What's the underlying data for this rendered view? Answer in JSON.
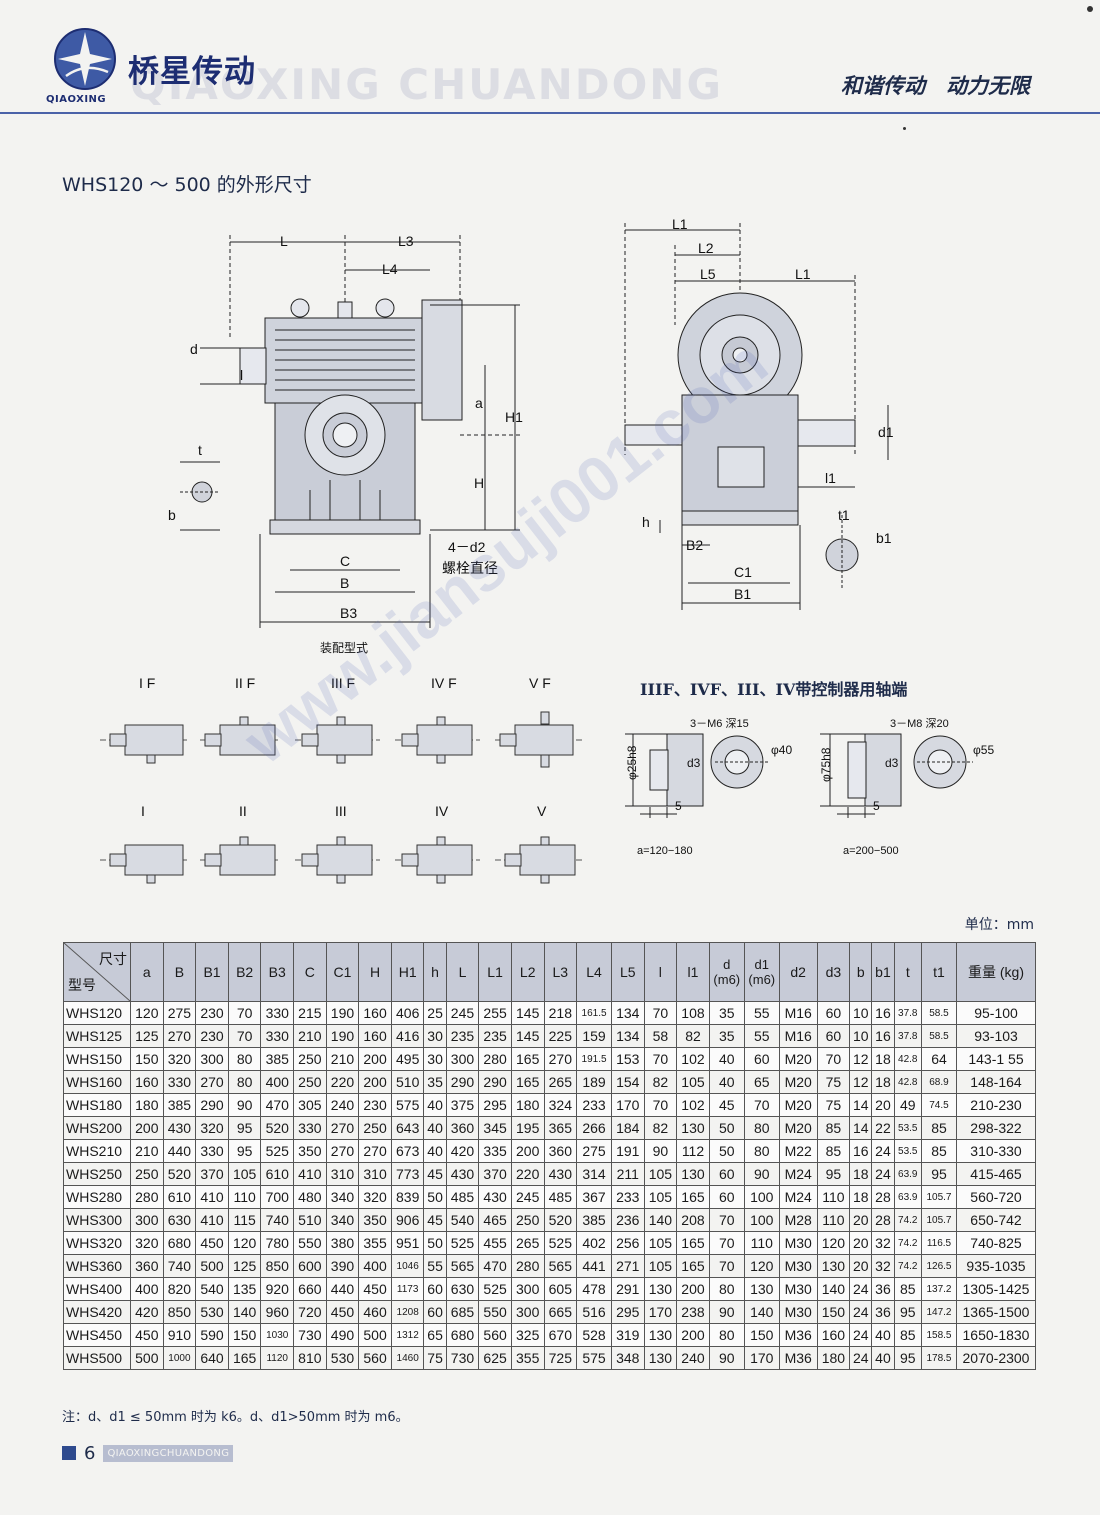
{
  "header": {
    "brand_cn": "桥星传动",
    "brand_en_small": "QIAOXING",
    "brand_watermark": "QIAOXING CHUANDONG",
    "slogan": "和谐传动　动力无限"
  },
  "section_title": "WHS120 ～ 500 的外形尺寸",
  "drawings": {
    "front_view": {
      "dims_top": [
        "L",
        "L3",
        "L4"
      ],
      "dims_right": [
        "a",
        "H1",
        "H"
      ],
      "dims_left": [
        "d",
        "l",
        "t",
        "b"
      ],
      "dims_bottom": [
        "C",
        "B",
        "B3"
      ],
      "bolt_label": "4－d2",
      "bolt_label2": "螺栓直径",
      "caption": "装配型式"
    },
    "side_view": {
      "dims_top": [
        "L1",
        "L2",
        "L5",
        "L1"
      ],
      "dims_right": [
        "d1",
        "l1",
        "t1",
        "b1"
      ],
      "dims_bottom": [
        "h",
        "B2",
        "C1",
        "B1"
      ]
    },
    "assembly_top": [
      "I F",
      "II F",
      "III F",
      "IV F",
      "V F"
    ],
    "assembly_bottom": [
      "I",
      "II",
      "III",
      "IV",
      "V"
    ],
    "controller_title": "IIIF、IVF、III、IV带控制器用轴端",
    "controller_small": {
      "holes": "3－M6 深15",
      "phi_left": "φ25h8",
      "d3": "d3",
      "dim5": "5",
      "phi_right": "φ40",
      "range": "a=120−180"
    },
    "controller_large": {
      "holes": "3－M8 深20",
      "phi_left": "φ75h8",
      "d3": "d3",
      "dim5": "5",
      "phi_right": "φ55",
      "range": "a=200−500"
    }
  },
  "watermark_url": "www.jiansuji001.com",
  "unit": "单位：mm",
  "table": {
    "corner_top": "尺寸",
    "corner_bottom": "型号",
    "columns": [
      "a",
      "B",
      "B1",
      "B2",
      "B3",
      "C",
      "C1",
      "H",
      "H1",
      "h",
      "L",
      "L1",
      "L2",
      "L3",
      "L4",
      "L5",
      "l",
      "l1",
      "d (m6)",
      "d1 (m6)",
      "d2",
      "d3",
      "b",
      "b1",
      "t",
      "t1",
      "重量 (kg)"
    ],
    "rows": [
      [
        "WHS120",
        "120",
        "275",
        "230",
        "70",
        "330",
        "215",
        "190",
        "160",
        "406",
        "25",
        "245",
        "255",
        "145",
        "218",
        "161.5",
        "134",
        "70",
        "108",
        "35",
        "55",
        "M16",
        "60",
        "10",
        "16",
        "37.8",
        "58.5",
        "95-100"
      ],
      [
        "WHS125",
        "125",
        "270",
        "230",
        "70",
        "330",
        "210",
        "190",
        "160",
        "416",
        "30",
        "235",
        "235",
        "145",
        "225",
        "159",
        "134",
        "58",
        "82",
        "35",
        "55",
        "M16",
        "60",
        "10",
        "16",
        "37.8",
        "58.5",
        "93-103"
      ],
      [
        "WHS150",
        "150",
        "320",
        "300",
        "80",
        "385",
        "250",
        "210",
        "200",
        "495",
        "30",
        "300",
        "280",
        "165",
        "270",
        "191.5",
        "153",
        "70",
        "102",
        "40",
        "60",
        "M20",
        "70",
        "12",
        "18",
        "42.8",
        "64",
        "143-1 55"
      ],
      [
        "WHS160",
        "160",
        "330",
        "270",
        "80",
        "400",
        "250",
        "220",
        "200",
        "510",
        "35",
        "290",
        "290",
        "165",
        "265",
        "189",
        "154",
        "82",
        "105",
        "40",
        "65",
        "M20",
        "75",
        "12",
        "18",
        "42.8",
        "68.9",
        "148-164"
      ],
      [
        "WHS180",
        "180",
        "385",
        "290",
        "90",
        "470",
        "305",
        "240",
        "230",
        "575",
        "40",
        "375",
        "295",
        "180",
        "324",
        "233",
        "170",
        "70",
        "102",
        "45",
        "70",
        "M20",
        "75",
        "14",
        "20",
        "49",
        "74.5",
        "210-230"
      ],
      [
        "WHS200",
        "200",
        "430",
        "320",
        "95",
        "520",
        "330",
        "270",
        "250",
        "643",
        "40",
        "360",
        "345",
        "195",
        "365",
        "266",
        "184",
        "82",
        "130",
        "50",
        "80",
        "M20",
        "85",
        "14",
        "22",
        "53.5",
        "85",
        "298-322"
      ],
      [
        "WHS210",
        "210",
        "440",
        "330",
        "95",
        "525",
        "350",
        "270",
        "270",
        "673",
        "40",
        "420",
        "335",
        "200",
        "360",
        "275",
        "191",
        "90",
        "112",
        "50",
        "80",
        "M22",
        "85",
        "16",
        "24",
        "53.5",
        "85",
        "310-330"
      ],
      [
        "WHS250",
        "250",
        "520",
        "370",
        "105",
        "610",
        "410",
        "310",
        "310",
        "773",
        "45",
        "430",
        "370",
        "220",
        "430",
        "314",
        "211",
        "105",
        "130",
        "60",
        "90",
        "M24",
        "95",
        "18",
        "24",
        "63.9",
        "95",
        "415-465"
      ],
      [
        "WHS280",
        "280",
        "610",
        "410",
        "110",
        "700",
        "480",
        "340",
        "320",
        "839",
        "50",
        "485",
        "430",
        "245",
        "485",
        "367",
        "233",
        "105",
        "165",
        "60",
        "100",
        "M24",
        "110",
        "18",
        "28",
        "63.9",
        "105.7",
        "560-720"
      ],
      [
        "WHS300",
        "300",
        "630",
        "410",
        "115",
        "740",
        "510",
        "340",
        "350",
        "906",
        "45",
        "540",
        "465",
        "250",
        "520",
        "385",
        "236",
        "140",
        "208",
        "70",
        "100",
        "M28",
        "110",
        "20",
        "28",
        "74.2",
        "105.7",
        "650-742"
      ],
      [
        "WHS320",
        "320",
        "680",
        "450",
        "120",
        "780",
        "550",
        "380",
        "355",
        "951",
        "50",
        "525",
        "455",
        "265",
        "525",
        "402",
        "256",
        "105",
        "165",
        "70",
        "110",
        "M30",
        "120",
        "20",
        "32",
        "74.2",
        "116.5",
        "740-825"
      ],
      [
        "WHS360",
        "360",
        "740",
        "500",
        "125",
        "850",
        "600",
        "390",
        "400",
        "1046",
        "55",
        "565",
        "470",
        "280",
        "565",
        "441",
        "271",
        "105",
        "165",
        "70",
        "120",
        "M30",
        "130",
        "20",
        "32",
        "74.2",
        "126.5",
        "935-1035"
      ],
      [
        "WHS400",
        "400",
        "820",
        "540",
        "135",
        "920",
        "660",
        "440",
        "450",
        "1173",
        "60",
        "630",
        "525",
        "300",
        "605",
        "478",
        "291",
        "130",
        "200",
        "80",
        "130",
        "M30",
        "140",
        "24",
        "36",
        "85",
        "137.2",
        "1305-1425"
      ],
      [
        "WHS420",
        "420",
        "850",
        "530",
        "140",
        "960",
        "720",
        "450",
        "460",
        "1208",
        "60",
        "685",
        "550",
        "300",
        "665",
        "516",
        "295",
        "170",
        "238",
        "90",
        "140",
        "M30",
        "150",
        "24",
        "36",
        "95",
        "147.2",
        "1365-1500"
      ],
      [
        "WHS450",
        "450",
        "910",
        "590",
        "150",
        "1030",
        "730",
        "490",
        "500",
        "1312",
        "65",
        "680",
        "560",
        "325",
        "670",
        "528",
        "319",
        "130",
        "200",
        "80",
        "150",
        "M36",
        "160",
        "24",
        "40",
        "85",
        "158.5",
        "1650-1830"
      ],
      [
        "WHS500",
        "500",
        "1000",
        "640",
        "165",
        "1120",
        "810",
        "530",
        "560",
        "1460",
        "75",
        "730",
        "625",
        "355",
        "725",
        "575",
        "348",
        "130",
        "240",
        "90",
        "170",
        "M36",
        "180",
        "24",
        "40",
        "95",
        "178.5",
        "2070-2300"
      ]
    ]
  },
  "note": "注：d、d1 ≤ 50mm 时为 k6。d、d1>50mm 时为 m6。",
  "footer": {
    "page": "6",
    "band": "QIAOXINGCHUANDONG"
  },
  "colors": {
    "brand": "#1d2d72",
    "rule": "#4a62a8",
    "header_row": "#c7cbd7"
  }
}
